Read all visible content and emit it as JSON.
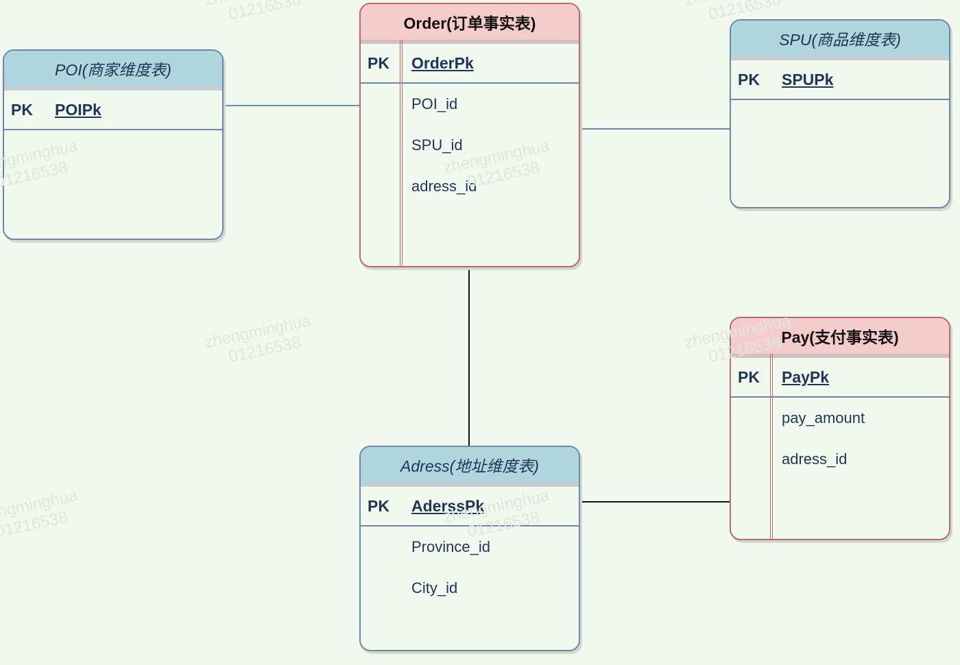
{
  "entities": {
    "poi": {
      "title": "POI(商家维度表)",
      "pk_label": "PK",
      "pk": "POIPk",
      "fields": []
    },
    "order": {
      "title": "Order(订单事实表)",
      "pk_label": "PK",
      "pk": "OrderPk",
      "fields": [
        "POI_id",
        "SPU_id",
        "adress_id"
      ]
    },
    "spu": {
      "title": "SPU(商品维度表)",
      "pk_label": "PK",
      "pk": "SPUPk",
      "fields": []
    },
    "pay": {
      "title": "Pay(支付事实表)",
      "pk_label": "PK",
      "pk": "PayPk",
      "fields": [
        "pay_amount",
        "adress_id"
      ]
    },
    "adress": {
      "title": "Adress(地址维度表)",
      "pk_label": "PK",
      "pk": "AderssPk",
      "fields": [
        "Province_id",
        "City_id"
      ]
    }
  },
  "watermark": {
    "name": "zhengminghua",
    "id": "01216538"
  },
  "colors": {
    "background": "#f1f8ee",
    "dimension_header": "#aed6dc",
    "fact_header": "#f4cccb",
    "dimension_border": "#6b87a8",
    "fact_border": "#b8696a"
  }
}
